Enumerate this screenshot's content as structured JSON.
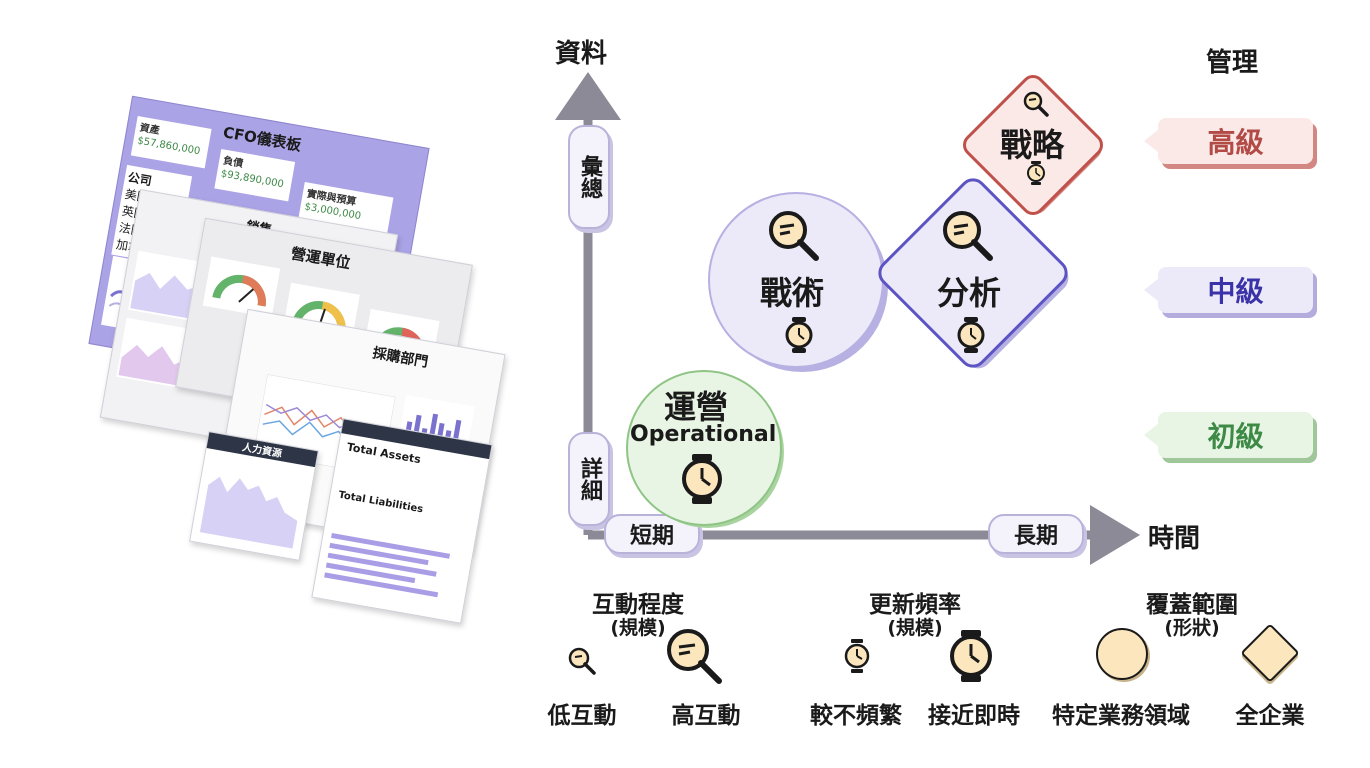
{
  "axes": {
    "y_title": "資料",
    "x_title": "時間",
    "y_top": "彙總",
    "y_bottom": "詳細",
    "x_left": "短期",
    "x_right": "長期"
  },
  "management": {
    "title": "管理",
    "levels": [
      "高級",
      "中級",
      "初級"
    ]
  },
  "nodes": {
    "strategic": "戰略",
    "tactical": "戰術",
    "analytical": "分析",
    "operational_zh": "運營",
    "operational_en": "Operational"
  },
  "legend": {
    "interaction": {
      "title": "互動程度",
      "sub": "(規模)",
      "low": "低互動",
      "high": "高互動"
    },
    "frequency": {
      "title": "更新頻率",
      "sub": "(規模)",
      "low": "較不頻繁",
      "high": "接近即時"
    },
    "coverage": {
      "title": "覆蓋範圍",
      "sub": "(形狀)",
      "circle": "特定業務領域",
      "diamond": "全企業"
    }
  },
  "collage": {
    "cfo_title": "CFO儀表板",
    "card1_label": "資產",
    "card1_value": "$57,860,000",
    "card2_label": "負債",
    "card2_value": "$93,890,000",
    "card3_label": "實際與預算",
    "card3_value": "$3,000,000",
    "list_title": "公司",
    "list_items": [
      "美國",
      "英國",
      "法國",
      "加拿大"
    ],
    "sales_title": "銷售",
    "ops_title": "營運單位",
    "purchase_title": "採購部門",
    "hr_title": "人力資源",
    "assets_title": "Total Assets",
    "liab_title": "Total Liabilities"
  },
  "colors": {
    "axis": "#8c8a96",
    "tactical_fill": "#eceaf8",
    "tactical_shadow": "#b7b0e2",
    "operational_fill": "#e8f4e4",
    "operational_shadow": "#a9d4a0",
    "strategic_fill": "#fbe9e8",
    "strategic_shadow": "#d28782",
    "icon_fill": "#fbe6bd"
  }
}
